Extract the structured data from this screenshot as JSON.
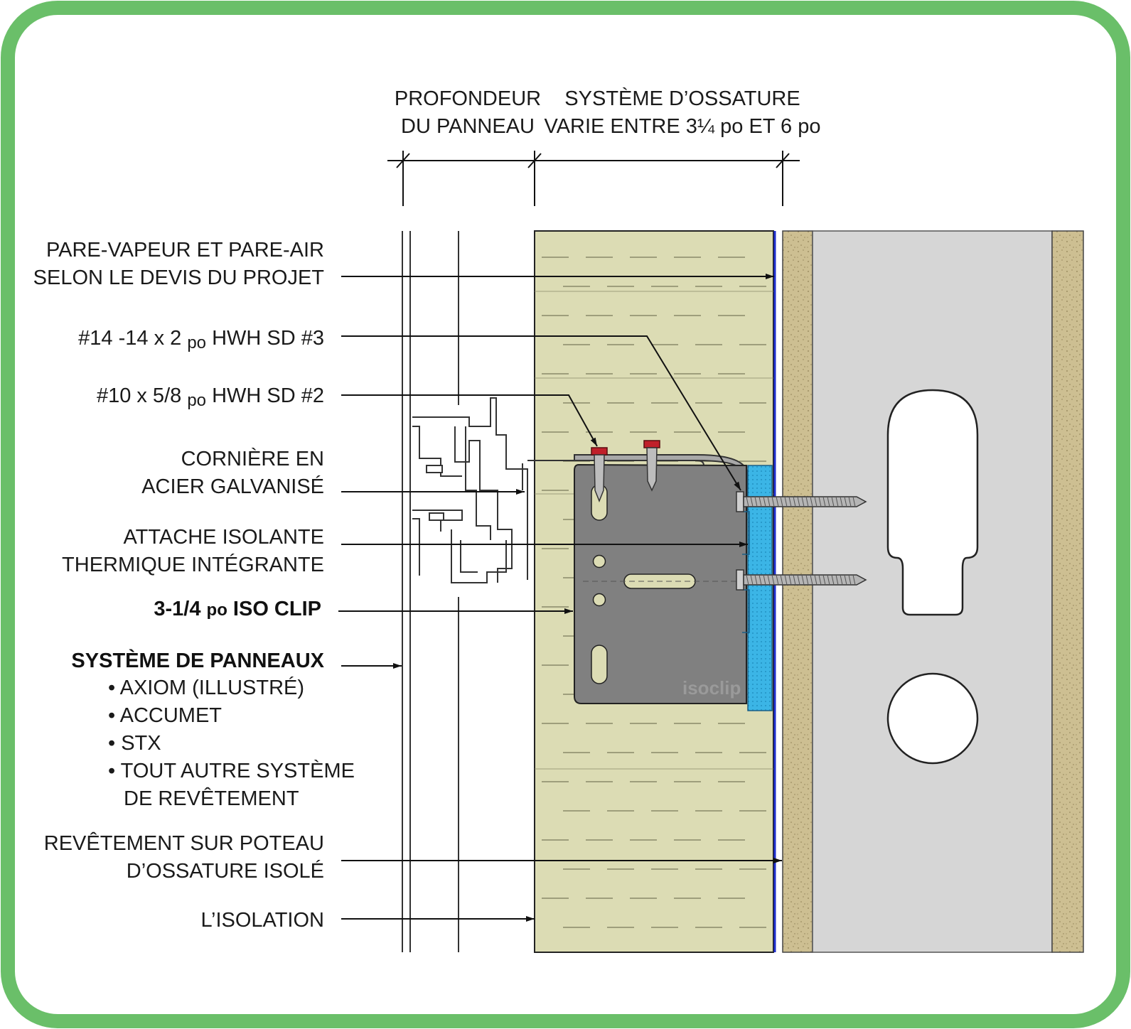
{
  "colors": {
    "frame_border": "#6abf69",
    "insulation": "#dcdcb4",
    "vapor_barrier": "#1f2fcf",
    "sheathing": "#cdbf92",
    "stud": "#d6d6d6",
    "clip": "#808080",
    "thermal_pad": "#3bb5e6",
    "screw_head": "#c0202a"
  },
  "dimensions": {
    "panel_depth": {
      "line1": "PROFONDEUR",
      "line2": "DU PANNEAU"
    },
    "framing": {
      "line1": "SYSTÈME D’OSSATURE",
      "line2": "VARIE ENTRE 3¼ po ET 6 po"
    }
  },
  "callouts": {
    "vapor_barrier": {
      "line1": "PARE-VAPEUR ET PARE-AIR",
      "line2": "SELON LE DEVIS DU PROJET"
    },
    "screw_14": {
      "a": "#14 -14 x 2 ",
      "po": "po",
      "b": " HWH SD #3"
    },
    "screw_10": {
      "a": "#10 x 5/8 ",
      "po": "po",
      "b": " HWH SD #2"
    },
    "angle": {
      "line1": "CORNIÈRE EN",
      "line2": "ACIER GALVANISÉ"
    },
    "thermal": {
      "line1": "ATTACHE ISOLANTE",
      "line2": "THERMIQUE INTÉGRANTE"
    },
    "iso_clip": {
      "a": "3-1/4 ",
      "po": "po",
      "b": " ISO CLIP"
    },
    "panel_system": {
      "title": "SYSTÈME DE PANNEAUX",
      "items": [
        "• AXIOM (ILLUSTRÉ)",
        "• ACCUMET",
        "• STX",
        "• TOUT AUTRE SYSTÈME"
      ],
      "continuation": "DE REVÊTEMENT"
    },
    "sheathing": {
      "line1": "REVÊTEMENT SUR POTEAU",
      "line2": "D’OSSATURE ISOLÉ"
    },
    "insulation": {
      "line1": "L’ISOLATION"
    }
  },
  "watermark": "isoclip"
}
